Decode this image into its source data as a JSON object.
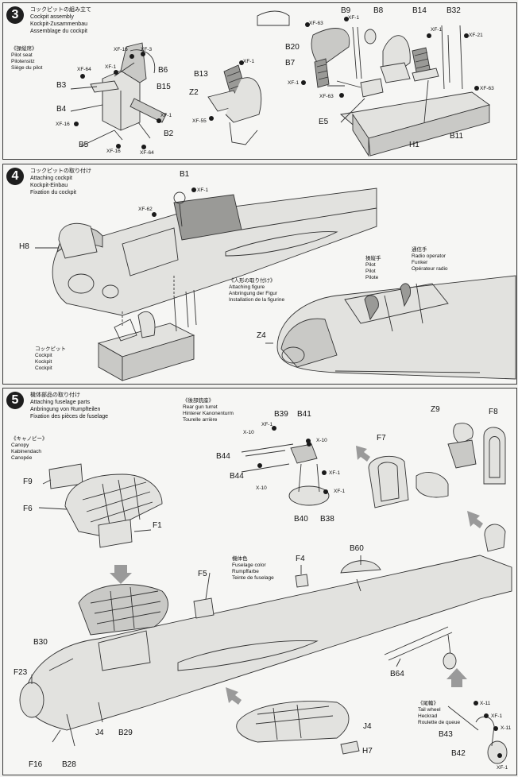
{
  "steps": [
    {
      "number": "3",
      "title_jp": "コックピットの組み立て",
      "title_en": "Cockpit assembly",
      "title_de": "Kockpit-Zusammenbau",
      "title_fr": "Assemblage du cockpit",
      "sub_jp": "《操縦席》",
      "sub_en": "Pilot seat",
      "sub_de": "Pilotensitz",
      "sub_fr": "Siège du pilot"
    },
    {
      "number": "4",
      "title_jp": "コックピットの取り付け",
      "title_en": "Attaching cockpit",
      "title_de": "Kockpit-Einbau",
      "title_fr": "Fixation du cockpit",
      "figure_jp": "《人形の取り付け》",
      "figure_en": "Attaching figure",
      "figure_de": "Anbringung der Figur",
      "figure_fr": "Installation de la figurine",
      "pilot_jp": "操縦手",
      "pilot_en": "Pilot",
      "pilot_de": "Pilot",
      "pilot_fr": "Pilote",
      "radio_jp": "通信手",
      "radio_en": "Radio operator",
      "radio_de": "Funker",
      "radio_fr": "Opérateur radio",
      "cockpit_jp": "コックピット",
      "cockpit_en": "Cockpit",
      "cockpit_de": "Kockpit",
      "cockpit_fr": "Cockpit"
    },
    {
      "number": "5",
      "title_jp": "機体部品の取り付け",
      "title_en": "Attaching fuselage parts",
      "title_de": "Anbringung von Rumpfteilen",
      "title_fr": "Fixation des pièces de fuselage",
      "canopy_jp": "《キャノピー》",
      "canopy_en": "Canopy",
      "canopy_de": "Kabinendach",
      "canopy_fr": "Canopée",
      "turret_jp": "《後部銃座》",
      "turret_en": "Rear gun turret",
      "turret_de": "Hinterer Kanonenturm",
      "turret_fr": "Tourelle arrière",
      "color_jp": "機体色",
      "color_en": "Fuselage color",
      "color_de": "Rumpffarbe",
      "color_fr": "Teinte de fuselage",
      "tail_jp": "《尾輪》",
      "tail_en": "Tail wheel",
      "tail_de": "Heckrad",
      "tail_fr": "Roulette de queue"
    }
  ],
  "parts": {
    "B2": "B2",
    "B3": "B3",
    "B4": "B4",
    "B5": "B5",
    "B6": "B6",
    "B7": "B7",
    "B8": "B8",
    "B9": "B9",
    "B11": "B11",
    "B13": "B13",
    "B14": "B14",
    "B15": "B15",
    "B20": "B20",
    "B32": "B32",
    "Z2": "Z2",
    "E5": "E5",
    "H1": "H1",
    "B1": "B1",
    "H8": "H8",
    "Z4": "Z4",
    "F9": "F9",
    "F6": "F6",
    "F1": "F1",
    "B39": "B39",
    "B41": "B41",
    "B44a": "B44",
    "B44b": "B44",
    "B40": "B40",
    "B38": "B38",
    "Z9": "Z9",
    "F8": "F8",
    "F7": "F7",
    "B60": "B60",
    "F5": "F5",
    "F4": "F4",
    "B30": "B30",
    "F23": "F23",
    "J4a": "J4",
    "B29": "B29",
    "F16": "F16",
    "B28": "B28",
    "B64": "B64",
    "J4b": "J4",
    "H7": "H7",
    "B43": "B43",
    "B42": "B42"
  },
  "paints": {
    "xf16": "XF-16",
    "xf3": "XF-3",
    "xf64": "XF-64",
    "xf1": "XF-1",
    "xf63": "XF-63",
    "xf55": "XF-55",
    "xf21": "XF-21",
    "xf62": "XF-62",
    "x10": "X-10",
    "x11": "X-11"
  }
}
